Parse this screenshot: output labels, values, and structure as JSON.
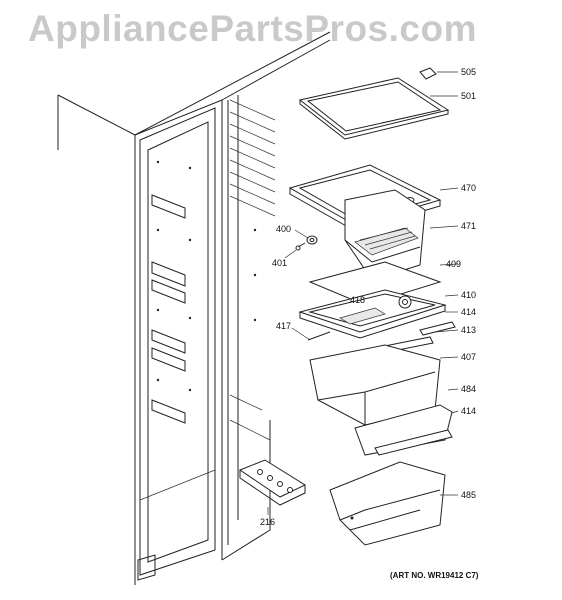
{
  "watermark": "AppliancePartsPros.com",
  "art_number": "(ART NO. WR19412 C7)",
  "callouts": {
    "c505": "505",
    "c501": "501",
    "c470": "470",
    "c471": "471",
    "c400": "400",
    "c401": "401",
    "c409": "409",
    "c418": "418",
    "c410": "410",
    "c414a": "414",
    "c417": "417",
    "c413": "413",
    "c407": "407",
    "c484": "484",
    "c414b": "414",
    "c216": "216",
    "c485": "485"
  }
}
